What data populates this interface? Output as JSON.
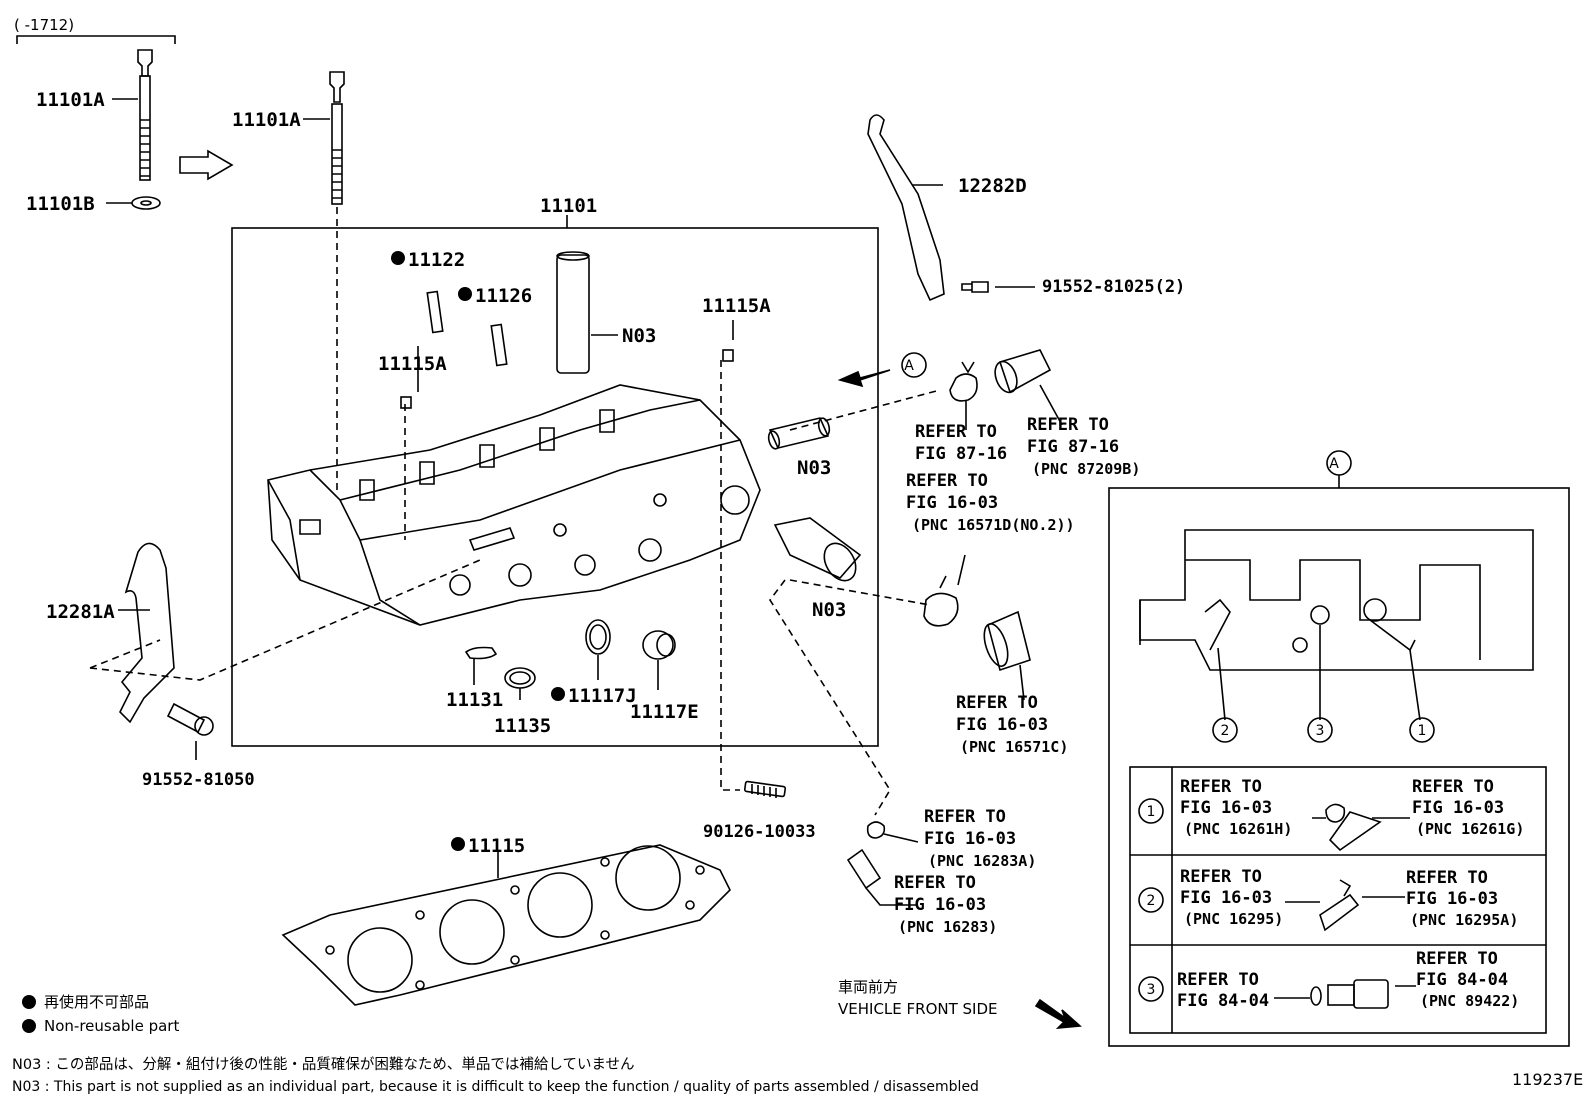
{
  "diagram_id": "119237E",
  "date_range": "(    -1712)",
  "parts": {
    "bolt_a_left": "11101A",
    "bolt_a_right": "11101A",
    "washer": "11101B",
    "head_assy": "11101",
    "p11122": "11122",
    "p11126": "11126",
    "n03_pipe": "N03",
    "p11115a_left": "11115A",
    "p11115a_right": "11115A",
    "n03_hose": "N03",
    "n03_outlet": "N03",
    "p11131": "11131",
    "p11135": "11135",
    "p11117j": "11117J",
    "p11117e": "11117E",
    "gasket": "11115",
    "stud": "90126-10033",
    "hanger_left": "12281A",
    "hanger_right": "12282D",
    "bolt_left": "91552-81050",
    "bolt_right": "91552-81025(2)"
  },
  "refs": {
    "r1_l1": "REFER TO",
    "r1_l2": "FIG 87-16",
    "r2_l1": "REFER TO",
    "r2_l2": "FIG 87-16",
    "r2_l3": "(PNC 87209B)",
    "r3_l1": "REFER TO",
    "r3_l2": "FIG 16-03",
    "r3_l3": "(PNC 16571D(NO.2))",
    "r4_l1": "REFER TO",
    "r4_l2": "FIG 16-03",
    "r4_l3": "(PNC 16571C)",
    "r5_l1": "REFER TO",
    "r5_l2": "FIG 16-03",
    "r5_l3": "(PNC 16283A)",
    "r6_l1": "REFER TO",
    "r6_l2": "FIG 16-03",
    "r6_l3": "(PNC 16283)"
  },
  "callout_a": "A",
  "table": {
    "row1": {
      "num": "1",
      "l1": "REFER TO",
      "l2": "FIG 16-03",
      "l3": "(PNC 16261H)",
      "r1": "REFER TO",
      "r2": "FIG 16-03",
      "r3": "(PNC 16261G)"
    },
    "row2": {
      "num": "2",
      "l1": "REFER TO",
      "l2": "FIG 16-03",
      "l3": "(PNC 16295)",
      "r1": "REFER TO",
      "r2": "FIG 16-03",
      "r3": "(PNC 16295A)"
    },
    "row3": {
      "num": "3",
      "l1": "REFER TO",
      "l2": "FIG 84-04",
      "r1": "REFER TO",
      "r2": "FIG 84-04",
      "r3": "(PNC 89422)"
    }
  },
  "detail_callouts": {
    "c1": "1",
    "c2": "2",
    "c3": "3"
  },
  "direction_jp": "車両前方",
  "direction_en": "VEHICLE FRONT SIDE",
  "legend_jp": "再使用不可部品",
  "legend_en": "Non-reusable part",
  "note_jp": "N03 : この部品は、分解・組付け後の性能・品質確保が困難なため、単品では補給していません",
  "note_en": "N03 : This part is not supplied as an individual part, because it is difficult to keep the function / quality of parts  assembled / disassembled"
}
